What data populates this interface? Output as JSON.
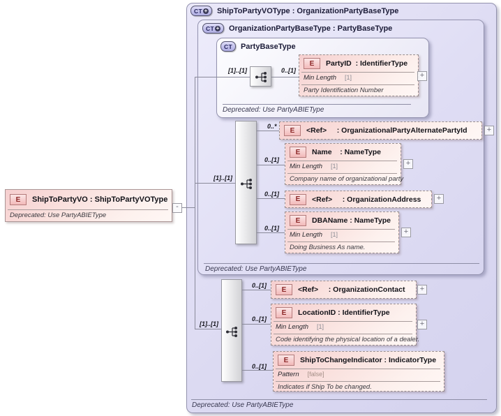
{
  "colors": {
    "container_fill": "#dedcf2",
    "inner_container_fill": "#f0eff9",
    "element_fill": "#f8d8d4",
    "badge_ct_fill": "#b9b7e8",
    "badge_e_fill": "#f2b9b9",
    "line": "#8a8a9a"
  },
  "icons": {
    "plus": "+",
    "minus": "-"
  },
  "root_element": {
    "badge": "E",
    "title": "ShipToPartyVO : ShipToPartyVOType",
    "deprecated": "Deprecated: Use PartyABIEType"
  },
  "containers": {
    "outer": {
      "badge": "CT",
      "title": "ShipToPartyVOType : OrganizationPartyBaseType",
      "deprecated": "Deprecated: Use PartyABIEType"
    },
    "middle": {
      "badge": "CT",
      "title": "OrganizationPartyBaseType : PartyBaseType",
      "deprecated": "Deprecated: Use PartyABIEType"
    },
    "inner": {
      "badge": "CT",
      "title": "PartyBaseType",
      "deprecated": "Deprecated: Use PartyABIEType"
    }
  },
  "groups": {
    "inner_sequence": {
      "cardinality": "[1]..[1]"
    },
    "middle_sequence": {
      "cardinality": "[1]..[1]"
    },
    "outer_sequence": {
      "cardinality": "[1]..[1]"
    }
  },
  "elements": {
    "party_id": {
      "badge": "E",
      "cardinality": "0..[1]",
      "title": "PartyID  : IdentifierType",
      "facet_name": "Min Length",
      "facet_value": "[1]",
      "annotation": "Party Identification Number"
    },
    "alternate_party_ref": {
      "badge": "E",
      "cardinality": "0..*",
      "title": "<Ref>     : OrganizationalPartyAlternatePartyId"
    },
    "name": {
      "badge": "E",
      "cardinality": "0..[1]",
      "title": "Name    : NameType",
      "facet_name": "Min Length",
      "facet_value": "[1]",
      "annotation": "Company name of organizational party"
    },
    "organization_address_ref": {
      "badge": "E",
      "cardinality": "0..[1]",
      "title": "<Ref>     : OrganizationAddress"
    },
    "dba_name": {
      "badge": "E",
      "cardinality": "0..[1]",
      "title": "DBAName : NameType",
      "facet_name": "Min Length",
      "facet_value": "[1]",
      "annotation": "Doing Business As name."
    },
    "organization_contact_ref": {
      "badge": "E",
      "cardinality": "0..[1]",
      "title": "<Ref>     : OrganizationContact"
    },
    "location_id": {
      "badge": "E",
      "cardinality": "0..[1]",
      "title": "LocationID : IdentifierType",
      "facet_name": "Min Length",
      "facet_value": "[1]",
      "annotation": "Code identifying the physical location of a dealer."
    },
    "ship_to_change_indicator": {
      "badge": "E",
      "cardinality": "0..[1]",
      "title": "ShipToChangeIndicator : IndicatorType",
      "facet_name": "Pattern",
      "facet_value": "[false]",
      "annotation": "Indicates if Ship To be changed."
    }
  }
}
